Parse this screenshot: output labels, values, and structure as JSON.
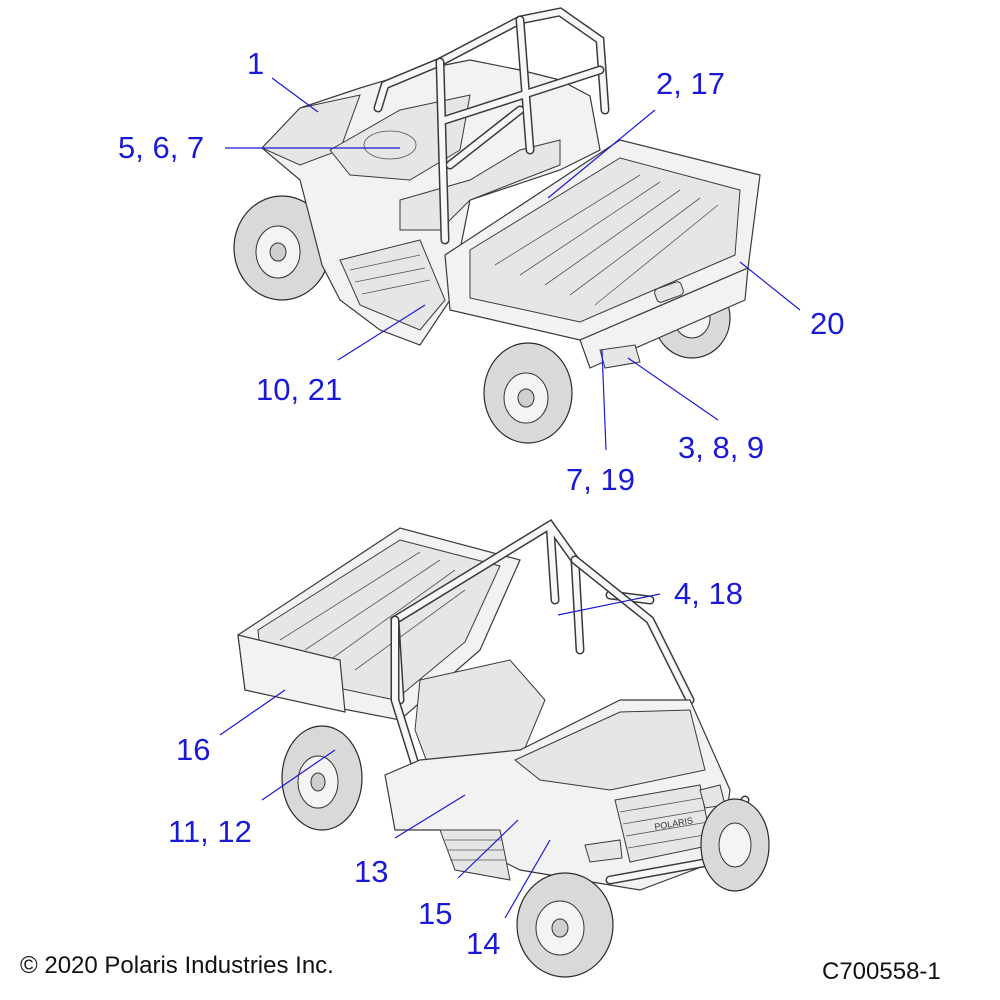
{
  "diagram": {
    "top_view_callouts": [
      {
        "id": "c1",
        "label": "1"
      },
      {
        "id": "c2",
        "label": "2, 17"
      },
      {
        "id": "c3",
        "label": "5, 6, 7"
      },
      {
        "id": "c4",
        "label": "20"
      },
      {
        "id": "c5",
        "label": "10, 21"
      },
      {
        "id": "c6",
        "label": "3, 8, 9"
      },
      {
        "id": "c7",
        "label": "7, 19"
      }
    ],
    "bottom_view_callouts": [
      {
        "id": "c8",
        "label": "4, 18"
      },
      {
        "id": "c9",
        "label": "16"
      },
      {
        "id": "c10",
        "label": "11, 12"
      },
      {
        "id": "c11",
        "label": "13"
      },
      {
        "id": "c12",
        "label": "15"
      },
      {
        "id": "c13",
        "label": "14"
      }
    ],
    "grille_badge": "POLARIS"
  },
  "footer": {
    "copyright": "© 2020 Polaris Industries Inc.",
    "figure_id": "C700558-1"
  },
  "colors": {
    "callout": "#1a1ad6",
    "outline": "#3a3a3a"
  }
}
